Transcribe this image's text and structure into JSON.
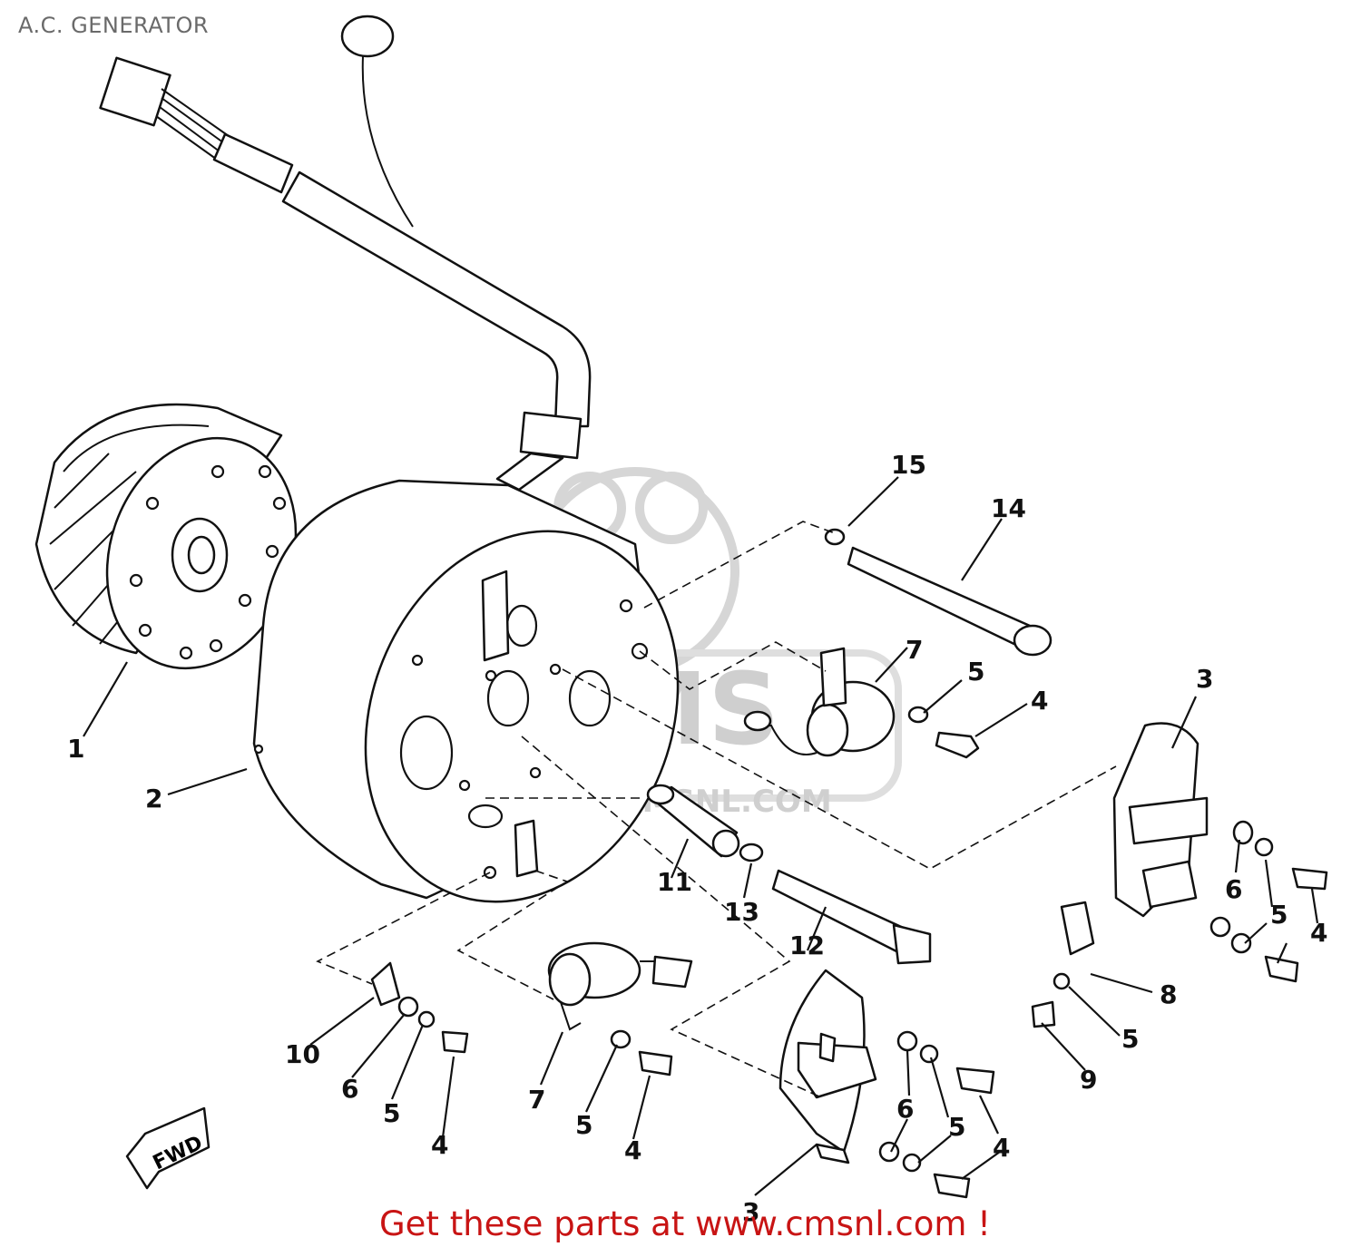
{
  "title": "A.C. GENERATOR",
  "footer": "Get these parts at www.cmsnl.com !",
  "watermark": {
    "text": "WWW.CMSNL.COM",
    "logo": "CMS"
  },
  "fwd_label": "FWD",
  "colors": {
    "footer": "#c81414",
    "title": "#6a6a6a",
    "watermark": "#cfcfcf"
  },
  "callouts": [
    {
      "label": "1"
    },
    {
      "label": "2"
    },
    {
      "label": "3"
    },
    {
      "label": "3"
    },
    {
      "label": "4"
    },
    {
      "label": "4"
    },
    {
      "label": "4"
    },
    {
      "label": "4"
    },
    {
      "label": "4"
    },
    {
      "label": "5"
    },
    {
      "label": "5"
    },
    {
      "label": "5"
    },
    {
      "label": "5"
    },
    {
      "label": "5"
    },
    {
      "label": "5"
    },
    {
      "label": "6"
    },
    {
      "label": "6"
    },
    {
      "label": "6"
    },
    {
      "label": "7"
    },
    {
      "label": "7"
    },
    {
      "label": "8"
    },
    {
      "label": "9"
    },
    {
      "label": "10"
    },
    {
      "label": "11"
    },
    {
      "label": "12"
    },
    {
      "label": "13"
    },
    {
      "label": "14"
    },
    {
      "label": "15"
    }
  ]
}
